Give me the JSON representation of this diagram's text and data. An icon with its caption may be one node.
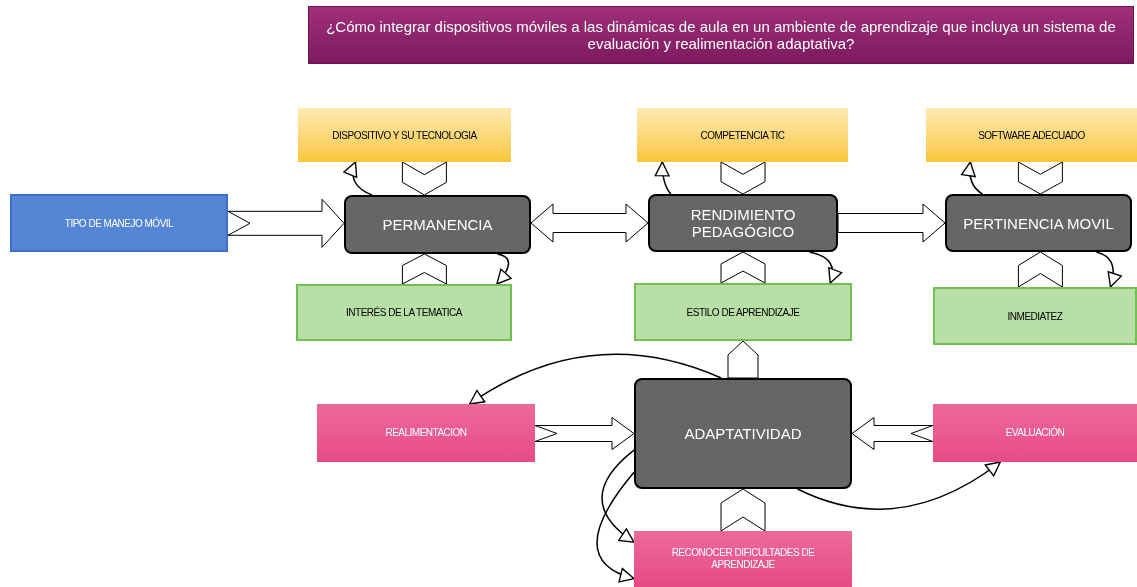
{
  "diagram": {
    "nodes": [
      {
        "text": [
          "¿Cómo integrar dispositivos móviles a las dinámicas de aula en un ambiente de aprendizaje que incluya un sistema de evaluación y realimentación adaptativa?"
        ]
      },
      {
        "text": [
          "TIPO DE MANEJO MÓVIL"
        ]
      },
      {
        "text": [
          "DISPOSITIVO Y SU TECNOLOGIA"
        ]
      },
      {
        "text": [
          "PERMANENCIA"
        ]
      },
      {
        "text": [
          "INTERÉS DE LA TEMATICA"
        ]
      },
      {
        "text": [
          "COMPETENCIA TIC"
        ]
      },
      {
        "text": [
          "RENDIMIENTO PEDAGÓGICO"
        ]
      },
      {
        "text": [
          "ESTILO DE APRENDIZAJE"
        ]
      },
      {
        "text": [
          "SOFTWARE ADECUADO"
        ]
      },
      {
        "text": [
          "PERTINENCIA MOVIL"
        ]
      },
      {
        "text": [
          "INMEDIATEZ"
        ]
      },
      {
        "text": [
          "REALIMENTACION"
        ]
      },
      {
        "text": [
          "ADAPTATIVIDAD"
        ]
      },
      {
        "text": [
          "EVALUACIÓN"
        ]
      },
      {
        "text": [
          "RECONOCER DIFICULTADES DE APRENDIZAJE"
        ]
      }
    ],
    "edges": [
      {
        "from": 1,
        "to": 3,
        "arrow": "to"
      },
      {
        "from": 3,
        "to": 6,
        "arrow": "both"
      },
      {
        "from": 6,
        "to": 9,
        "arrow": "to"
      },
      {
        "from": 2,
        "to": 3,
        "arrow": "to"
      },
      {
        "from": 3,
        "to": 2,
        "arrow": "to"
      },
      {
        "from": 4,
        "to": 3,
        "arrow": "to"
      },
      {
        "from": 3,
        "to": 4,
        "arrow": "to"
      },
      {
        "from": 5,
        "to": 6,
        "arrow": "to"
      },
      {
        "from": 6,
        "to": 5,
        "arrow": "to"
      },
      {
        "from": 7,
        "to": 6,
        "arrow": "to"
      },
      {
        "from": 6,
        "to": 7,
        "arrow": "to"
      },
      {
        "from": 8,
        "to": 9,
        "arrow": "to"
      },
      {
        "from": 9,
        "to": 8,
        "arrow": "to"
      },
      {
        "from": 10,
        "to": 9,
        "arrow": "to"
      },
      {
        "from": 9,
        "to": 10,
        "arrow": "to"
      },
      {
        "from": 12,
        "to": 7,
        "arrow": "to"
      },
      {
        "from": 11,
        "to": 12,
        "arrow": "to"
      },
      {
        "from": 13,
        "to": 12,
        "arrow": "to"
      },
      {
        "from": 14,
        "to": 12,
        "arrow": "to"
      },
      {
        "from": 12,
        "to": 11,
        "arrow": "to"
      },
      {
        "from": 12,
        "to": 13,
        "arrow": "to"
      },
      {
        "from": 12,
        "to": 14,
        "arrow": "to"
      },
      {
        "from": 12,
        "to": 14,
        "arrow": "to"
      }
    ]
  }
}
